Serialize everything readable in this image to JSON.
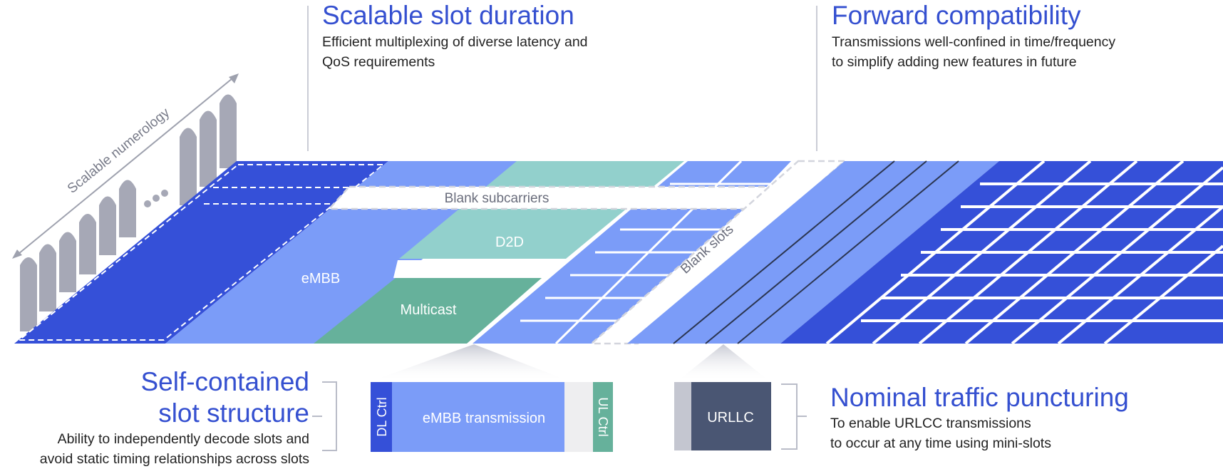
{
  "colors": {
    "dark_blue": "#3550d8",
    "mid_blue": "#7b9cf8",
    "teal_light": "#92d0cc",
    "teal_dark": "#66b19b",
    "grey_pulse": "#a6a8b6",
    "slate": "#4a5673",
    "title_blue": "#3550d0"
  },
  "sections": {
    "scalable_slot": {
      "title": "Scalable slot duration",
      "desc_line1": "Efficient multiplexing of diverse latency and",
      "desc_line2": "QoS requirements"
    },
    "forward_compat": {
      "title": "Forward compatibility",
      "desc_line1": "Transmissions well-confined in time/frequency",
      "desc_line2": "to simplify adding new features in future"
    },
    "self_contained": {
      "title_line1": "Self-contained",
      "title_line2": "slot structure",
      "desc_line1": "Ability to independently decode slots and",
      "desc_line2": "avoid static timing relationships across slots"
    },
    "puncturing": {
      "title": "Nominal traffic puncturing",
      "desc_line1": "To enable URLCC transmissions",
      "desc_line2": "to occur at any time using mini-slots"
    }
  },
  "labels": {
    "scalable_numerology": "Scalable numerology",
    "blank_subcarriers": "Blank subcarriers",
    "blank_slots": "Blank slots",
    "embb": "eMBB",
    "d2d": "D2D",
    "multicast": "Multicast",
    "dl_ctrl": "DL Ctrl",
    "ul_ctrl": "UL Ctrl",
    "embb_transmission": "eMBB transmission",
    "urllc": "URLLC"
  }
}
